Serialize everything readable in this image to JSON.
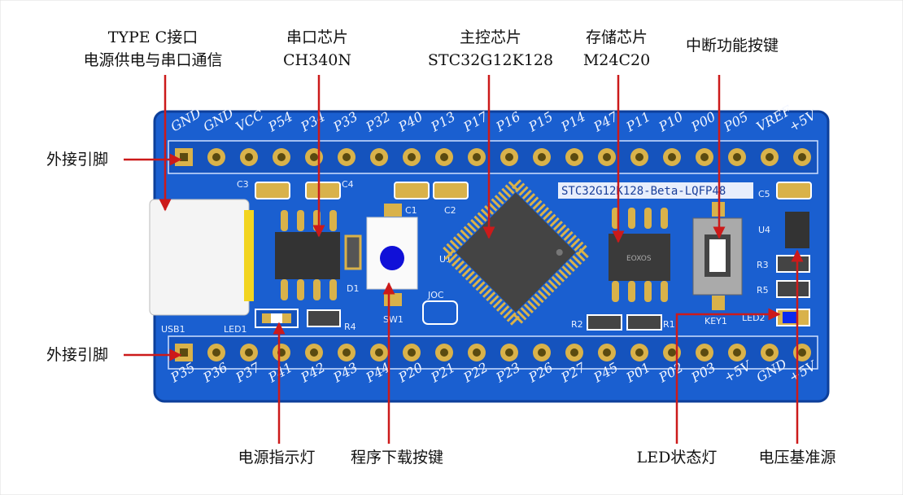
{
  "annotations": {
    "typec_line1": "TYPE C接口",
    "typec_line2": "电源供电与串口通信",
    "serial_chip_line1": "串口芯片",
    "serial_chip_line2": "CH340N",
    "mcu_line1": "主控芯片",
    "mcu_line2": "STC32G12K128",
    "eeprom_line1": "存储芯片",
    "eeprom_line2": "M24C20",
    "interrupt_key": "中断功能按键",
    "ext_pins_top": "外接引脚",
    "ext_pins_bottom": "外接引脚",
    "power_led": "电源指示灯",
    "download_key": "程序下载按键",
    "status_led": "LED状态灯",
    "vref": "电压基准源"
  },
  "board": {
    "silkscreen_title": "STC32G12K128-Beta-LQFP48",
    "top_pins": [
      "GND",
      "GND",
      "VCC",
      "P54",
      "P34",
      "P33",
      "P32",
      "P40",
      "P13",
      "P17",
      "P16",
      "P15",
      "P14",
      "P47",
      "P11",
      "P10",
      "P00",
      "P05",
      "VREF",
      "+5V"
    ],
    "bottom_pins": [
      "P35",
      "P36",
      "P37",
      "P41",
      "P42",
      "P43",
      "P44",
      "P20",
      "P21",
      "P22",
      "P23",
      "P26",
      "P27",
      "P45",
      "P01",
      "P02",
      "P03",
      "+5V",
      "GND",
      "+5V"
    ],
    "refdes": {
      "usb": "USB1",
      "led1": "LED1",
      "c3": "C3",
      "c4": "C4",
      "c1": "C1",
      "c2": "C2",
      "d1": "D1",
      "r4": "R4",
      "sw1": "SW1",
      "u1": "U1",
      "jp": "JOC",
      "c5": "C5",
      "u4": "U4",
      "r3": "R3",
      "r5": "R5",
      "r2": "R2",
      "r1": "R1",
      "key1": "KEY1",
      "led2": "LED2"
    },
    "eeprom_marking": "EOXOS"
  },
  "colors": {
    "board": "#1a5fd0",
    "annotation_line": "#cc1a1a",
    "pad": "#d9b24a"
  }
}
